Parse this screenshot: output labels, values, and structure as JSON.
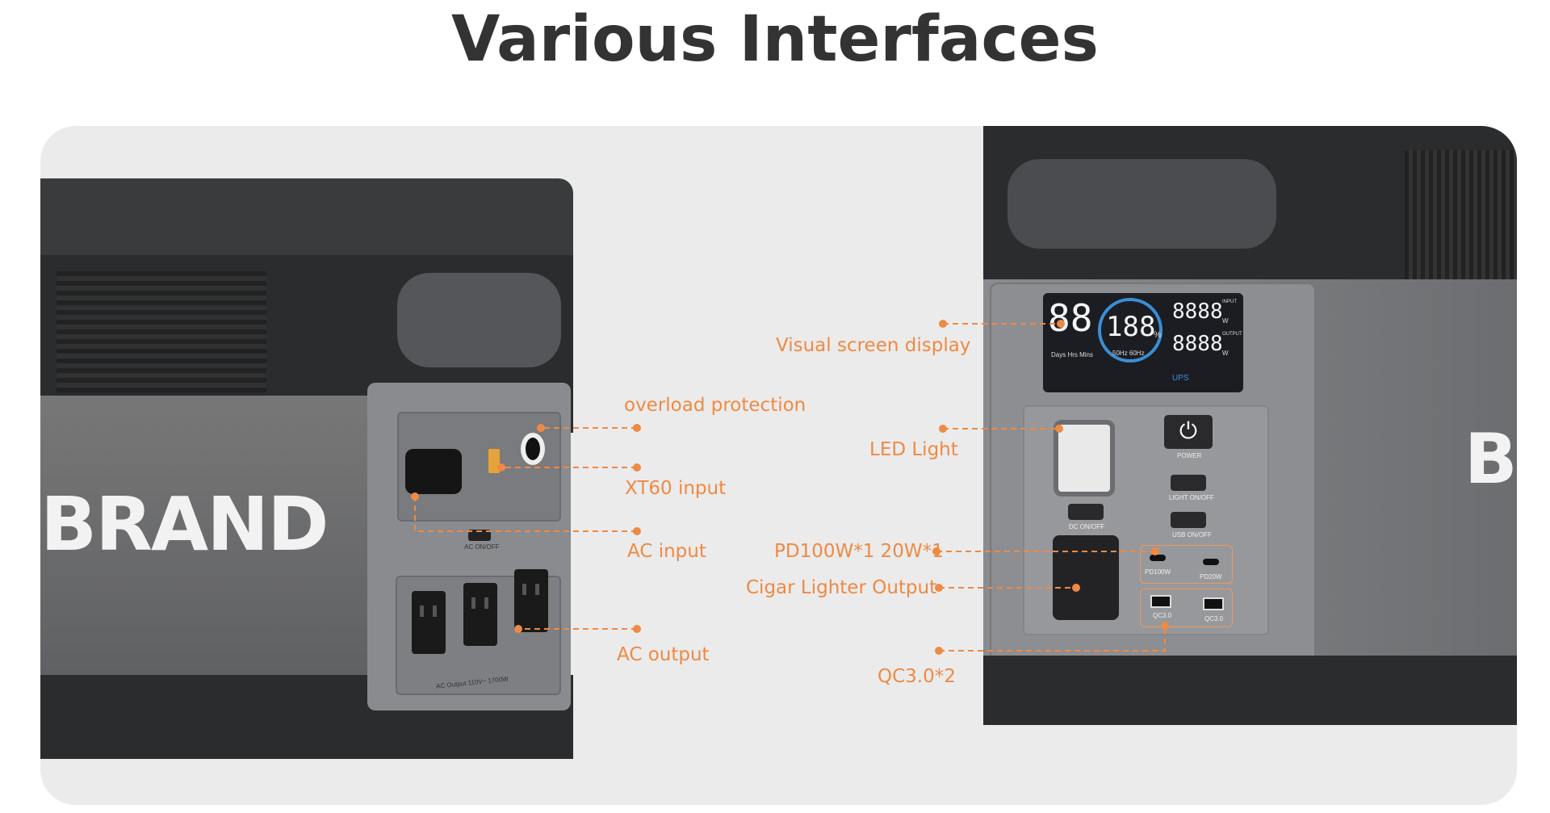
{
  "title": "Various Interfaces",
  "accent_color": "#ee8a44",
  "left_device": {
    "brand": "BRAND",
    "panel_text": "AC ON/OFF",
    "outlet_text": "AC Output 110V~ 1700W"
  },
  "right_device": {
    "brand": "BR",
    "lcd": {
      "left_digits": "88",
      "left_caption": "Days Hrs Mins",
      "center_digits": "188",
      "percent": "%",
      "freq": "50Hz  60Hz",
      "input_digits": "8888",
      "input_label": "INPUT",
      "output_digits": "8888",
      "output_label": "OUTPUT",
      "unit": "W",
      "ups": "UPS"
    },
    "buttons": {
      "power": "POWER",
      "light": "LIGHT ON/OFF",
      "usb": "USB ON/OFF",
      "dc": "DC ON/OFF"
    },
    "ports": {
      "pd100": "PD100W",
      "pd20": "PD20W",
      "qc_a": "QC3.0",
      "qc_b": "QC3.0"
    }
  },
  "callouts": {
    "overload": "overload protection",
    "xt60": "XT60 input",
    "ac_input": "AC input",
    "ac_output": "AC output",
    "screen": "Visual screen display",
    "led": "LED Light",
    "pd": "PD100W*1 20W*1",
    "cigar": "Cigar Lighter Output",
    "qc": "QC3.0*2"
  }
}
